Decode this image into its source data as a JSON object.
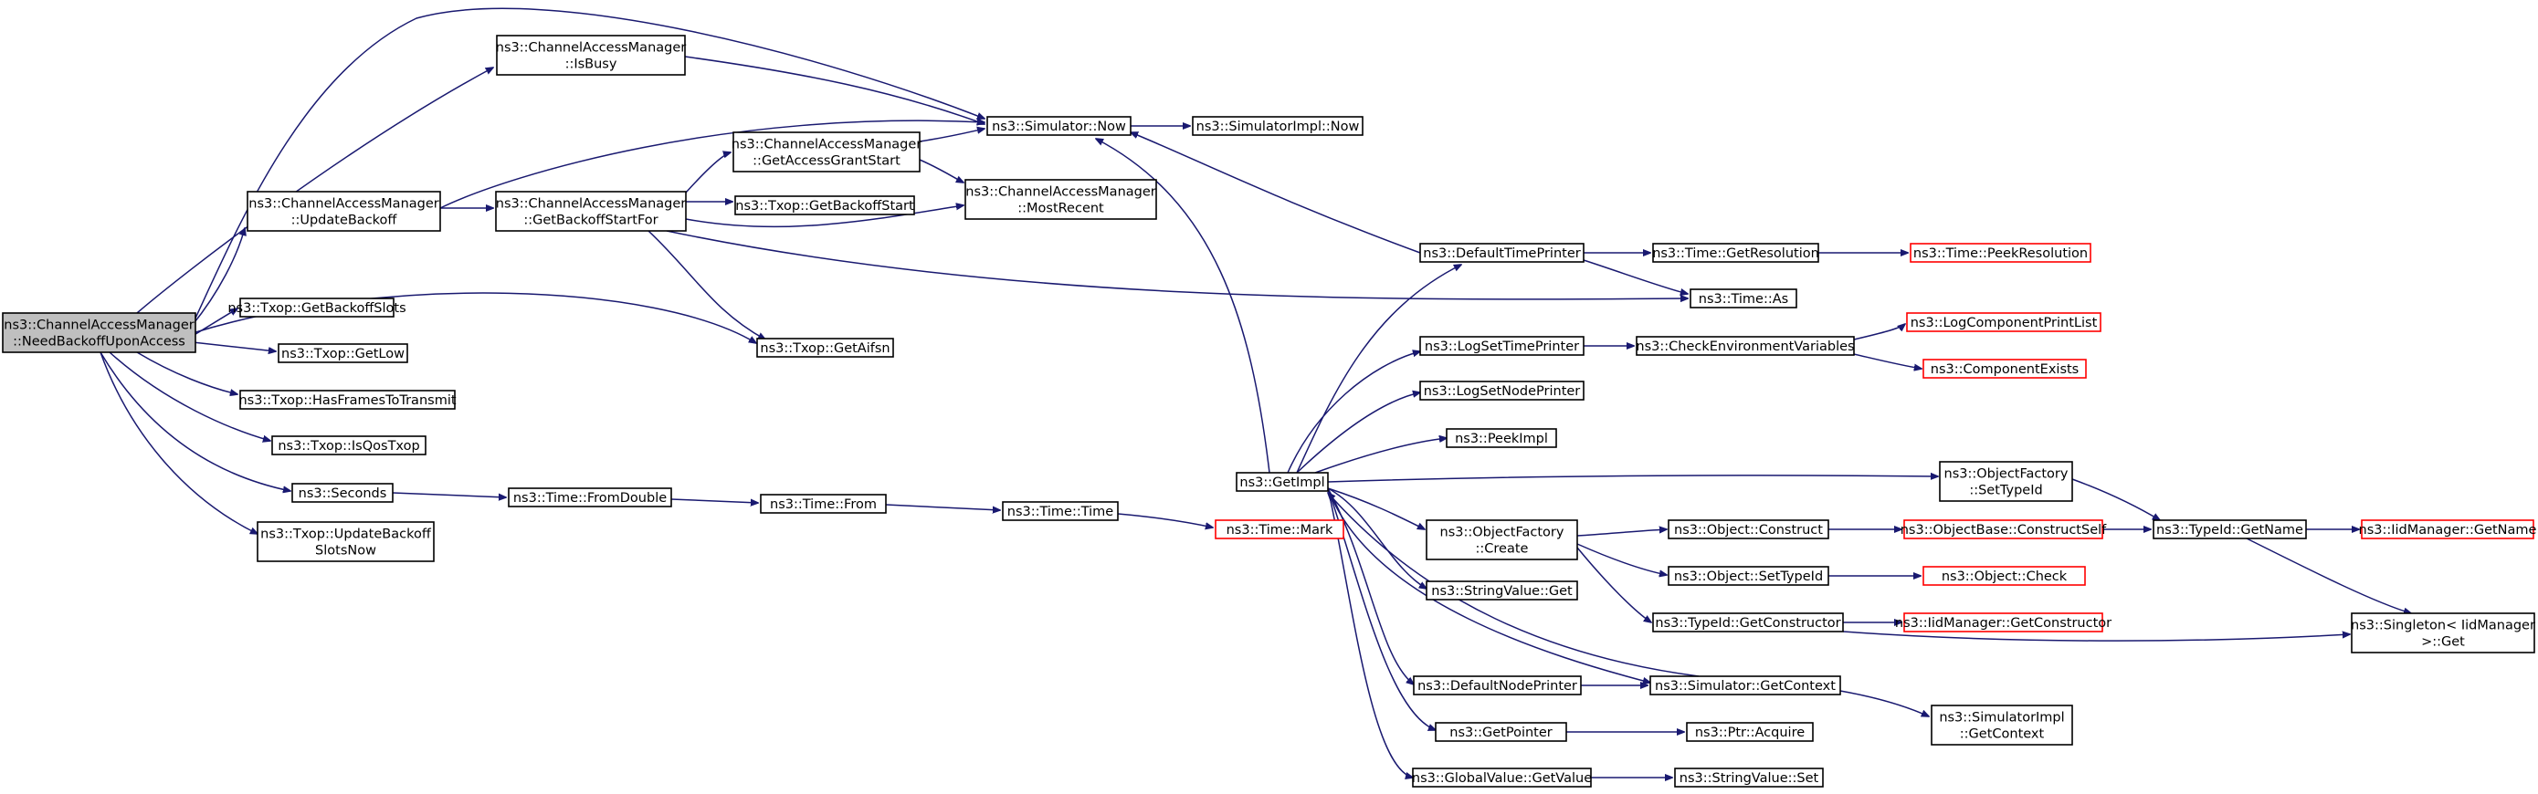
{
  "colors": {
    "edge": "#191970",
    "node_border": "#000000",
    "truncated_border": "#ff0000",
    "root_fill": "#bfbfbf"
  },
  "nodes": [
    {
      "id": "root",
      "lines": [
        "ns3::ChannelAccessManager",
        "::NeedBackoffUponAccess"
      ],
      "kind": "root"
    },
    {
      "id": "isbusy",
      "lines": [
        "ns3::ChannelAccessManager",
        "::IsBusy"
      ],
      "kind": "normal"
    },
    {
      "id": "updbackoff",
      "lines": [
        "ns3::ChannelAccessManager",
        "::UpdateBackoff"
      ],
      "kind": "normal"
    },
    {
      "id": "getbackoffstartfor",
      "lines": [
        "ns3::ChannelAccessManager",
        "::GetBackoffStartFor"
      ],
      "kind": "normal"
    },
    {
      "id": "getaccessgrantstart",
      "lines": [
        "ns3::ChannelAccessManager",
        "::GetAccessGrantStart"
      ],
      "kind": "normal"
    },
    {
      "id": "mostrecent",
      "lines": [
        "ns3::ChannelAccessManager",
        "::MostRecent"
      ],
      "kind": "normal"
    },
    {
      "id": "simnow",
      "lines": [
        "ns3::Simulator::Now"
      ],
      "kind": "normal"
    },
    {
      "id": "simimplnow",
      "lines": [
        "ns3::SimulatorImpl::Now"
      ],
      "kind": "normal"
    },
    {
      "id": "txgetbackoffstart",
      "lines": [
        "ns3::Txop::GetBackoffStart"
      ],
      "kind": "normal"
    },
    {
      "id": "txgetbackoffslots",
      "lines": [
        "ns3::Txop::GetBackoffSlots"
      ],
      "kind": "normal"
    },
    {
      "id": "txgetaifsn",
      "lines": [
        "ns3::Txop::GetAifsn"
      ],
      "kind": "normal"
    },
    {
      "id": "txgetlow",
      "lines": [
        "ns3::Txop::GetLow"
      ],
      "kind": "normal"
    },
    {
      "id": "txhasframes",
      "lines": [
        "ns3::Txop::HasFramesToTransmit"
      ],
      "kind": "normal"
    },
    {
      "id": "txisqos",
      "lines": [
        "ns3::Txop::IsQosTxop"
      ],
      "kind": "normal"
    },
    {
      "id": "seconds",
      "lines": [
        "ns3::Seconds"
      ],
      "kind": "normal"
    },
    {
      "id": "txupdbackoffslots",
      "lines": [
        "ns3::Txop::UpdateBackoff",
        "SlotsNow"
      ],
      "kind": "normal"
    },
    {
      "id": "timefromdouble",
      "lines": [
        "ns3::Time::FromDouble"
      ],
      "kind": "normal"
    },
    {
      "id": "timefrom",
      "lines": [
        "ns3::Time::From"
      ],
      "kind": "normal"
    },
    {
      "id": "timetime",
      "lines": [
        "ns3::Time::Time"
      ],
      "kind": "normal"
    },
    {
      "id": "timemark",
      "lines": [
        "ns3::Time::Mark"
      ],
      "kind": "red"
    },
    {
      "id": "getimpl",
      "lines": [
        "ns3::GetImpl"
      ],
      "kind": "normal"
    },
    {
      "id": "defaulttimeprinter",
      "lines": [
        "ns3::DefaultTimePrinter"
      ],
      "kind": "normal"
    },
    {
      "id": "timegetres",
      "lines": [
        "ns3::Time::GetResolution"
      ],
      "kind": "normal"
    },
    {
      "id": "timepeekres",
      "lines": [
        "ns3::Time::PeekResolution"
      ],
      "kind": "red"
    },
    {
      "id": "timeas",
      "lines": [
        "ns3::Time::As"
      ],
      "kind": "normal"
    },
    {
      "id": "logsettimeprinter",
      "lines": [
        "ns3::LogSetTimePrinter"
      ],
      "kind": "normal"
    },
    {
      "id": "checkenv",
      "lines": [
        "ns3::CheckEnvironmentVariables"
      ],
      "kind": "normal"
    },
    {
      "id": "logcompprintlist",
      "lines": [
        "ns3::LogComponentPrintList"
      ],
      "kind": "red"
    },
    {
      "id": "compexists",
      "lines": [
        "ns3::ComponentExists"
      ],
      "kind": "red"
    },
    {
      "id": "logsetnodeprinter",
      "lines": [
        "ns3::LogSetNodePrinter"
      ],
      "kind": "normal"
    },
    {
      "id": "peekimpl",
      "lines": [
        "ns3::PeekImpl"
      ],
      "kind": "normal"
    },
    {
      "id": "objfactsettypeid",
      "lines": [
        "ns3::ObjectFactory",
        "::SetTypeId"
      ],
      "kind": "normal"
    },
    {
      "id": "objfactcreate",
      "lines": [
        "ns3::ObjectFactory",
        "::Create"
      ],
      "kind": "normal"
    },
    {
      "id": "objconstruct",
      "lines": [
        "ns3::Object::Construct"
      ],
      "kind": "normal"
    },
    {
      "id": "objbaseconstructself",
      "lines": [
        "ns3::ObjectBase::ConstructSelf"
      ],
      "kind": "red"
    },
    {
      "id": "typeidgetname",
      "lines": [
        "ns3::TypeId::GetName"
      ],
      "kind": "normal"
    },
    {
      "id": "iidmgrgetname",
      "lines": [
        "ns3::IidManager::GetName"
      ],
      "kind": "red"
    },
    {
      "id": "objsettypeid",
      "lines": [
        "ns3::Object::SetTypeId"
      ],
      "kind": "normal"
    },
    {
      "id": "objcheck",
      "lines": [
        "ns3::Object::Check"
      ],
      "kind": "red"
    },
    {
      "id": "typeidgetctor",
      "lines": [
        "ns3::TypeId::GetConstructor"
      ],
      "kind": "normal"
    },
    {
      "id": "iidmgrgetctor",
      "lines": [
        "ns3::IidManager::GetConstructor"
      ],
      "kind": "red"
    },
    {
      "id": "singletonget",
      "lines": [
        "ns3::Singleton< IidManager",
        ">::Get"
      ],
      "kind": "normal"
    },
    {
      "id": "stringvalueget",
      "lines": [
        "ns3::StringValue::Get"
      ],
      "kind": "normal"
    },
    {
      "id": "defaultnodeprinter",
      "lines": [
        "ns3::DefaultNodePrinter"
      ],
      "kind": "normal"
    },
    {
      "id": "simgetcontext",
      "lines": [
        "ns3::Simulator::GetContext"
      ],
      "kind": "normal"
    },
    {
      "id": "simimplgetcontext",
      "lines": [
        "ns3::SimulatorImpl",
        "::GetContext"
      ],
      "kind": "normal"
    },
    {
      "id": "getpointer",
      "lines": [
        "ns3::GetPointer"
      ],
      "kind": "normal"
    },
    {
      "id": "ptracquire",
      "lines": [
        "ns3::Ptr::Acquire"
      ],
      "kind": "normal"
    },
    {
      "id": "globalvalgetvalue",
      "lines": [
        "ns3::GlobalValue::GetValue"
      ],
      "kind": "normal"
    },
    {
      "id": "stringvalueset",
      "lines": [
        "ns3::StringValue::Set"
      ],
      "kind": "normal"
    }
  ]
}
